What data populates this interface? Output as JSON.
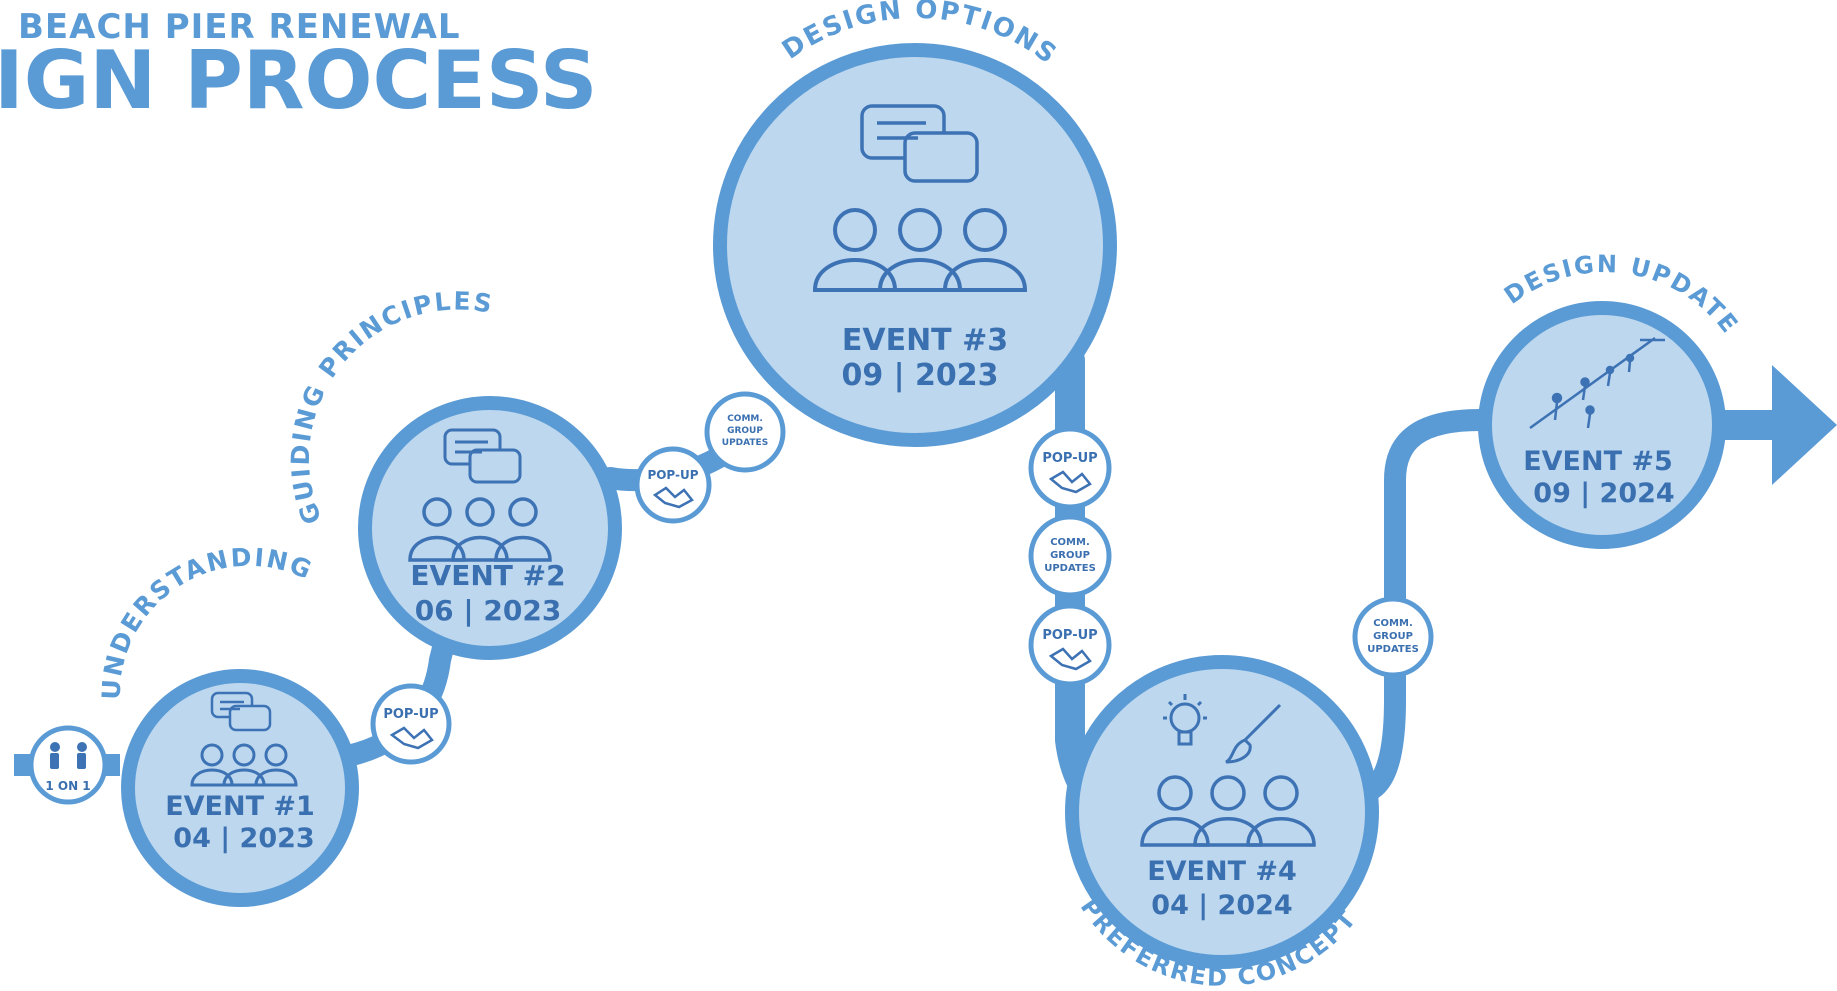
{
  "header": {
    "subtitle": "BEACH PIER RENEWAL",
    "title": "IGN PROCESS"
  },
  "colors": {
    "primary": "#5b9bd5",
    "circle_fill": "#bcd7ee",
    "icon_stroke": "#3d72b4",
    "text": "#3a6fb0"
  },
  "events": [
    {
      "arc_label": "UNDERSTANDING",
      "label": "EVENT #1",
      "date": "04 | 2023",
      "icons": [
        "chat-icon",
        "people-icon"
      ]
    },
    {
      "arc_label": "GUIDING PRINCIPLES",
      "label": "EVENT #2",
      "date": "06 | 2023",
      "icons": [
        "chat-icon",
        "people-icon"
      ]
    },
    {
      "arc_label": "DESIGN OPTIONS",
      "label": "EVENT #3",
      "date": "09 | 2023",
      "icons": [
        "chat-icon",
        "people-icon"
      ]
    },
    {
      "arc_label": "PREFERRED CONCEPT",
      "label": "EVENT #4",
      "date": "04 | 2024",
      "icons": [
        "lightbulb-icon",
        "paintbrush-icon",
        "people-icon"
      ]
    },
    {
      "arc_label": "DESIGN UPDATE",
      "label": "EVENT #5",
      "date": "09 | 2024",
      "icons": [
        "pier-walkers-icon"
      ]
    }
  ],
  "badges": {
    "one_on_one": "1 ON 1",
    "popup": "POP-UP",
    "comm_line1": "COMM.",
    "comm_line2": "GROUP",
    "comm_line3": "UPDATES"
  }
}
